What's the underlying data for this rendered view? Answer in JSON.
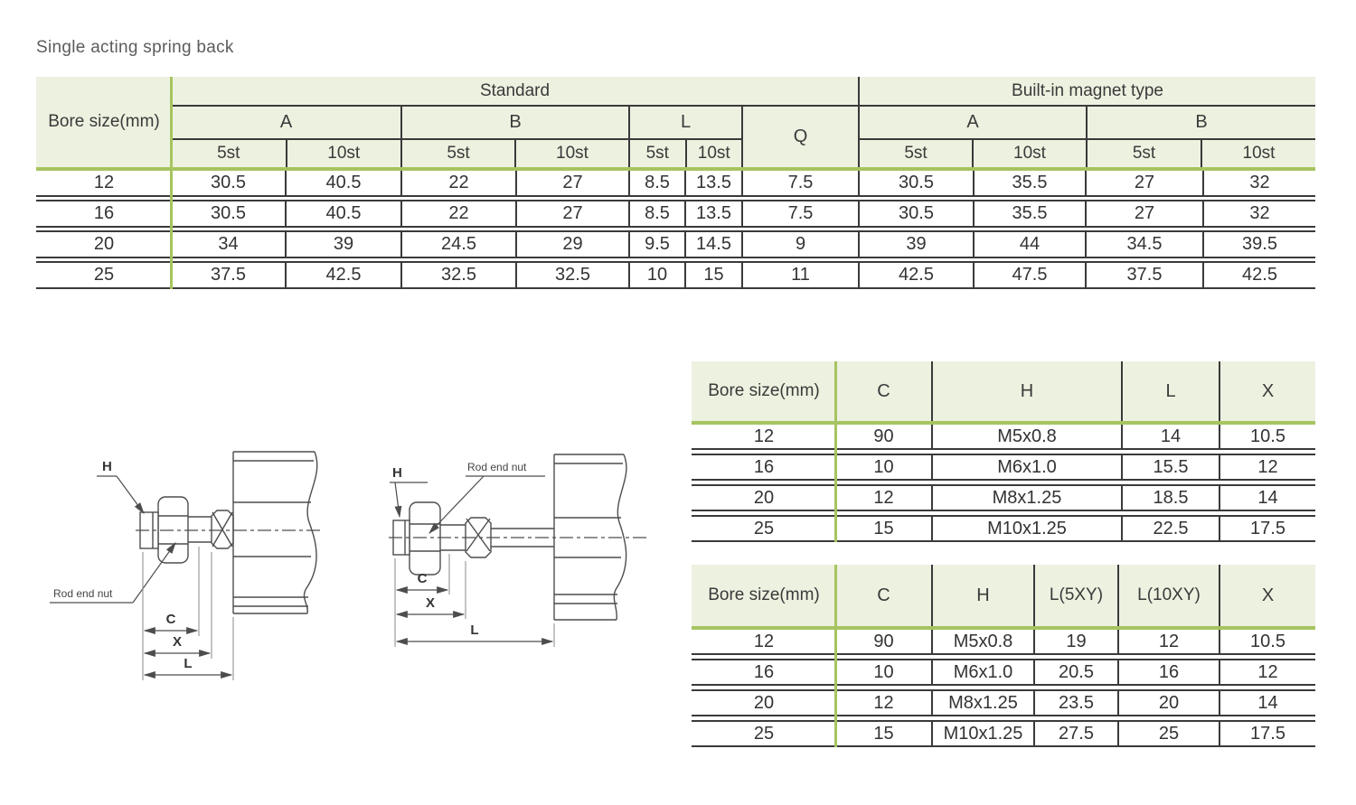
{
  "page": {
    "title": "Single acting spring back"
  },
  "main_table": {
    "bore_header": "Bore size(mm)",
    "group_standard": "Standard",
    "group_magnet": "Built-in magnet type",
    "col_a": "A",
    "col_b": "B",
    "col_l": "L",
    "col_q": "Q",
    "st5": "5st",
    "st10": "10st",
    "rows": [
      {
        "bore": "12",
        "cells": [
          "30.5",
          "40.5",
          "22",
          "27",
          "8.5",
          "13.5",
          "7.5",
          "30.5",
          "35.5",
          "27",
          "32"
        ]
      },
      {
        "bore": "16",
        "cells": [
          "30.5",
          "40.5",
          "22",
          "27",
          "8.5",
          "13.5",
          "7.5",
          "30.5",
          "35.5",
          "27",
          "32"
        ]
      },
      {
        "bore": "20",
        "cells": [
          "34",
          "39",
          "24.5",
          "29",
          "9.5",
          "14.5",
          "9",
          "39",
          "44",
          "34.5",
          "39.5"
        ]
      },
      {
        "bore": "25",
        "cells": [
          "37.5",
          "42.5",
          "32.5",
          "32.5",
          "10",
          "15",
          "11",
          "42.5",
          "47.5",
          "37.5",
          "42.5"
        ]
      }
    ]
  },
  "table_basic": {
    "headers": [
      "Bore size(mm)",
      "C",
      "H",
      "L",
      "X"
    ],
    "rows": [
      [
        "12",
        "90",
        "M5x0.8",
        "14",
        "10.5"
      ],
      [
        "16",
        "10",
        "M6x1.0",
        "15.5",
        "12"
      ],
      [
        "20",
        "12",
        "M8x1.25",
        "18.5",
        "14"
      ],
      [
        "25",
        "15",
        "M10x1.25",
        "22.5",
        "17.5"
      ]
    ]
  },
  "table_xy": {
    "headers": [
      "Bore size(mm)",
      "C",
      "H",
      "L(5XY)",
      "L(10XY)",
      "X"
    ],
    "rows": [
      [
        "12",
        "90",
        "M5x0.8",
        "19",
        "12",
        "10.5"
      ],
      [
        "16",
        "10",
        "M6x1.0",
        "20.5",
        "16",
        "12"
      ],
      [
        "20",
        "12",
        "M8x1.25",
        "23.5",
        "20",
        "14"
      ],
      [
        "25",
        "15",
        "M10x1.25",
        "27.5",
        "25",
        "17.5"
      ]
    ]
  },
  "diagram_left": {
    "h_label": "H",
    "rod_end_nut_label": "Rod end nut",
    "c_label": "C",
    "x_label": "X",
    "l_label": "L"
  },
  "diagram_right": {
    "h_label": "H",
    "rod_end_nut_label": "Rod end nut",
    "c_label": "C",
    "x_label": "X",
    "l_label": "L"
  },
  "colors": {
    "accent_green": "#a6c45f",
    "header_bg": "#edf1e0",
    "line_dark": "#3a3a3a"
  }
}
